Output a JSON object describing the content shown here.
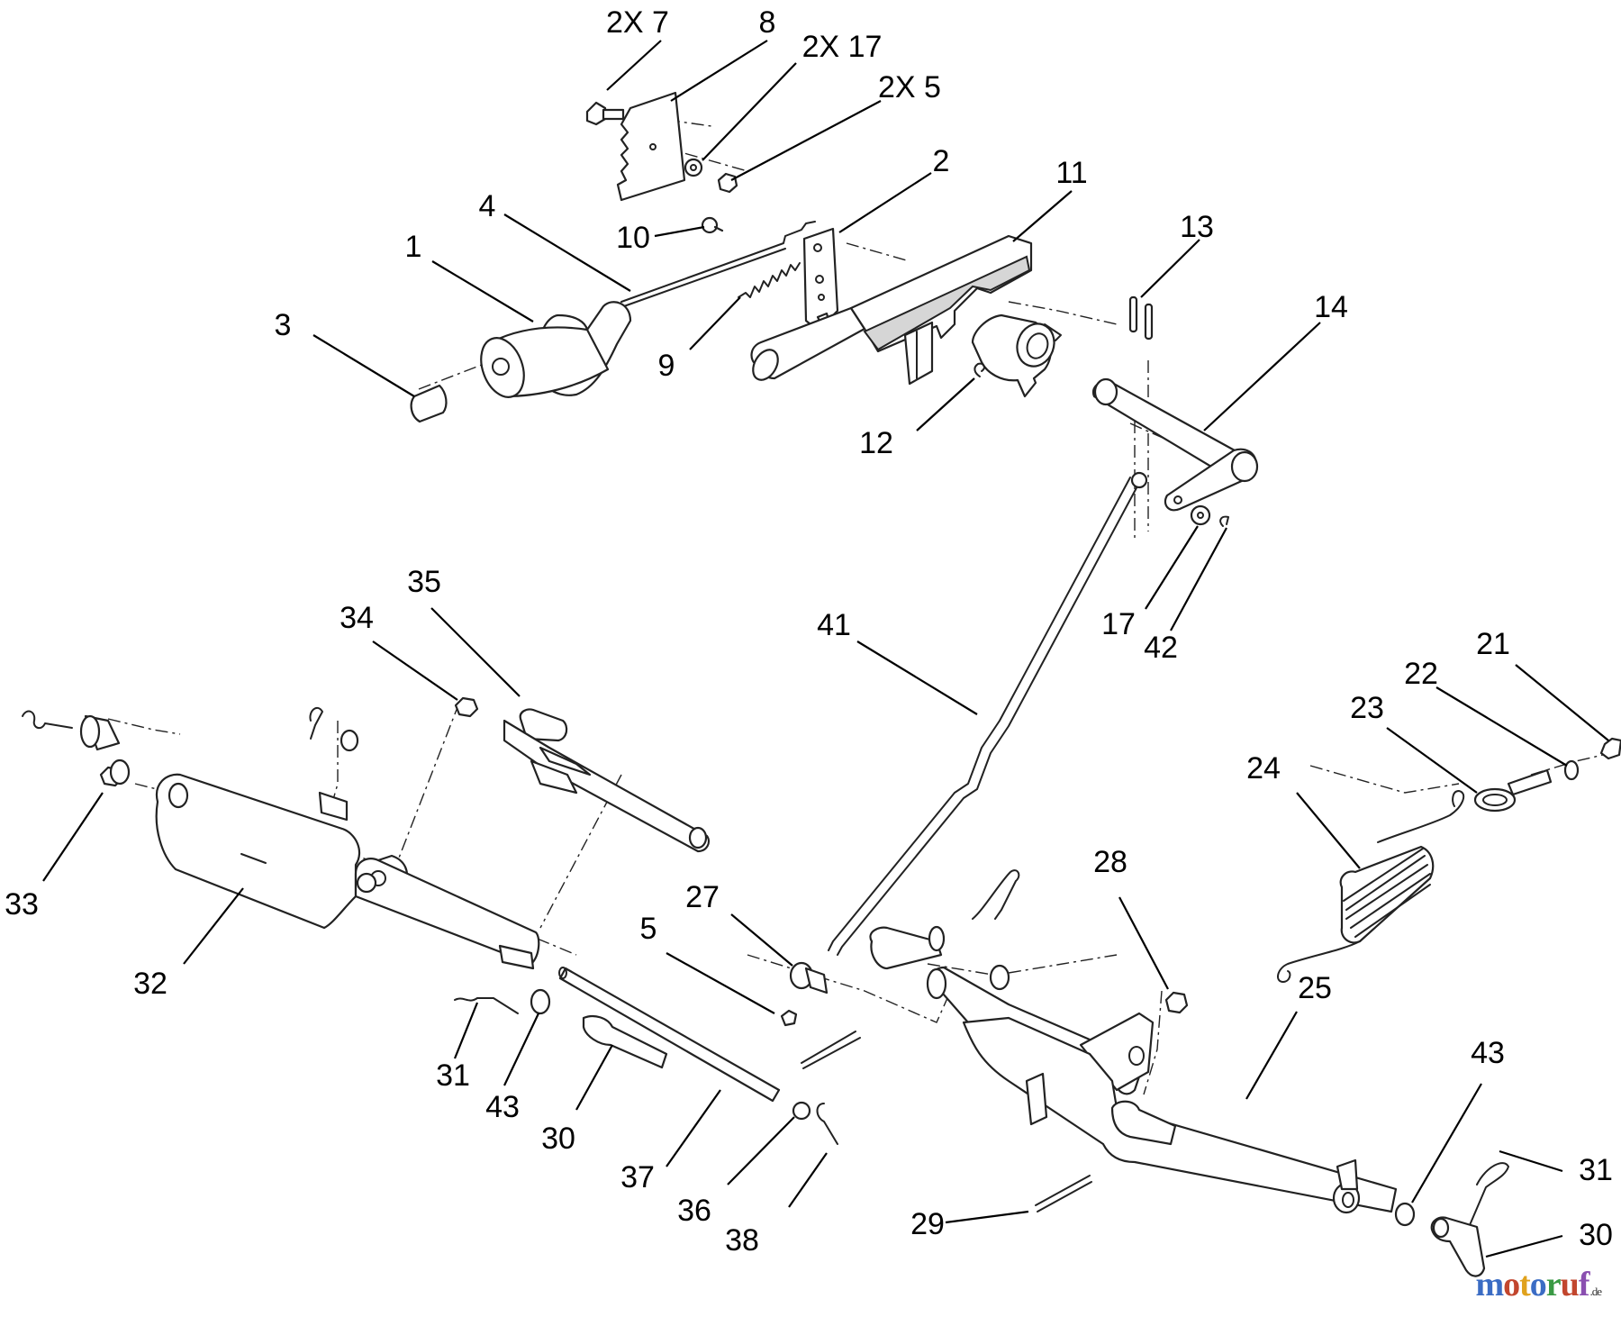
{
  "labels": [
    {
      "text": "2X 7"
    },
    {
      "text": "8"
    },
    {
      "text": "2X 17"
    },
    {
      "text": "2X 5"
    },
    {
      "text": "2"
    },
    {
      "text": "11"
    },
    {
      "text": "4"
    },
    {
      "text": "10"
    },
    {
      "text": "1"
    },
    {
      "text": "3"
    },
    {
      "text": "9"
    },
    {
      "text": "13"
    },
    {
      "text": "14"
    },
    {
      "text": "12"
    },
    {
      "text": "41"
    },
    {
      "text": "17"
    },
    {
      "text": "42"
    },
    {
      "text": "35"
    },
    {
      "text": "34"
    },
    {
      "text": "21"
    },
    {
      "text": "22"
    },
    {
      "text": "23"
    },
    {
      "text": "24"
    },
    {
      "text": "33"
    },
    {
      "text": "32"
    },
    {
      "text": "27"
    },
    {
      "text": "5"
    },
    {
      "text": "28"
    },
    {
      "text": "25"
    },
    {
      "text": "31"
    },
    {
      "text": "43"
    },
    {
      "text": "30"
    },
    {
      "text": "37"
    },
    {
      "text": "36"
    },
    {
      "text": "38"
    },
    {
      "text": "29"
    },
    {
      "text": "43"
    },
    {
      "text": "31"
    },
    {
      "text": "30"
    }
  ],
  "watermark": {
    "text": "motoruf",
    "suffix": ".de",
    "colors": [
      "#3b6cc4",
      "#c2462e",
      "#e0a21d",
      "#3b6cc4",
      "#3a9a44",
      "#c2462e",
      "#8a4fb0"
    ]
  }
}
